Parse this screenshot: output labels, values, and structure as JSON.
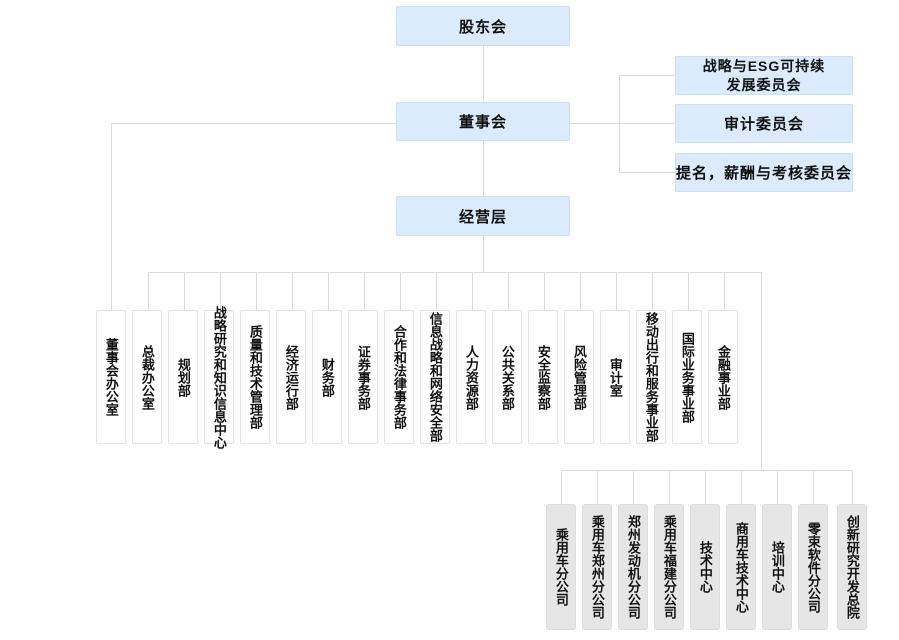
{
  "colors": {
    "box_blue_fill": "#dbeafc",
    "box_blue_border": "#cfe0f3",
    "box_white_fill": "#ffffff",
    "box_white_border": "#e4e4e4",
    "box_grey_fill": "#e6e6e6",
    "box_grey_border": "#dddddd",
    "line": "#dcdcdc",
    "text": "#111111",
    "background": "#ffffff"
  },
  "hierarchy": {
    "shareholders": {
      "label": "股东会"
    },
    "board": {
      "label": "董事会"
    },
    "management": {
      "label": "经营层"
    }
  },
  "committees": [
    {
      "label_line1": "战略与ESG可持续",
      "label_line2": "发展委员会"
    },
    {
      "label_line1": "审计委员会",
      "label_line2": ""
    },
    {
      "label_line1": "提名，薪酬与考核委员会",
      "label_line2": ""
    }
  ],
  "departments": [
    {
      "label": "董事会办公室"
    },
    {
      "label": "总裁办公室"
    },
    {
      "label": "规划部"
    },
    {
      "label": "战略研究和知识信息中心"
    },
    {
      "label": "质量和技术管理部"
    },
    {
      "label": "经济运行部"
    },
    {
      "label": "财务部"
    },
    {
      "label": "证券事务部"
    },
    {
      "label": "合作和法律事务部"
    },
    {
      "label": "信息战略和网络安全部"
    },
    {
      "label": "人力资源部"
    },
    {
      "label": "公共关系部"
    },
    {
      "label": "安全监察部"
    },
    {
      "label": "风险管理部"
    },
    {
      "label": "审计室"
    },
    {
      "label": "移动出行和服务事业部"
    },
    {
      "label": "国际业务事业部"
    },
    {
      "label": "金融事业部"
    }
  ],
  "subsidiaries": [
    {
      "label": "乘用车分公司"
    },
    {
      "label": "乘用车郑州分公司"
    },
    {
      "label": "郑州发动机分公司"
    },
    {
      "label": "乘用车福建分公司"
    },
    {
      "label": "技术中心"
    },
    {
      "label": "商用车技术中心"
    },
    {
      "label": "培训中心"
    },
    {
      "label": "零束软件分公司"
    },
    {
      "label": "创新研究开发总院"
    }
  ]
}
